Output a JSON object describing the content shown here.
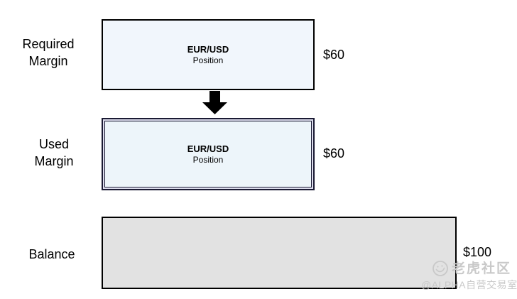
{
  "diagram": {
    "required_margin": {
      "label_line1": "Required",
      "label_line2": "Margin",
      "box_title": "EUR/USD",
      "box_subtitle": "Position",
      "amount": "$60"
    },
    "used_margin": {
      "label_line1": "Used",
      "label_line2": "Margin",
      "box_title": "EUR/USD",
      "box_subtitle": "Position",
      "amount": "$60"
    },
    "balance": {
      "label": "Balance",
      "amount": "$100"
    }
  },
  "icons": {
    "down_arrow": "down-arrow-icon",
    "tiger_logo": "tiger-logo-icon"
  },
  "watermark": {
    "community": "老虎社区",
    "credit": "@ALPHA自营交易室"
  },
  "colors": {
    "background": "#ffffff",
    "required_box_fill": "#f1f6fc",
    "used_box_fill": "#edf5fa",
    "used_box_border": "#1a1a33",
    "used_box_border_gap": "#dddded",
    "balance_box_fill": "#e2e2e2",
    "box_border": "#000000",
    "arrow": "#000000",
    "text": "#000000",
    "watermark": "#c9c9c9"
  }
}
